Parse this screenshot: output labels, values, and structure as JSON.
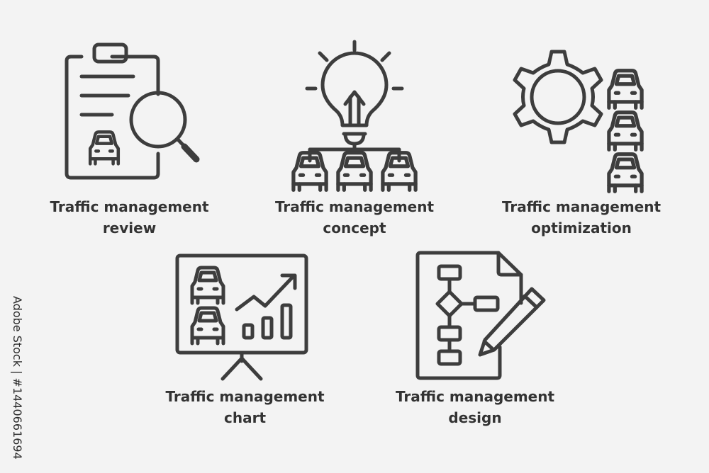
{
  "icons": [
    {
      "name": "review",
      "line1": "Traffic management",
      "line2": "review"
    },
    {
      "name": "concept",
      "line1": "Traffic management",
      "line2": "concept"
    },
    {
      "name": "optimization",
      "line1": "Traffic management",
      "line2": "optimization"
    },
    {
      "name": "chart",
      "line1": "Traffic management",
      "line2": "chart"
    },
    {
      "name": "design",
      "line1": "Traffic management",
      "line2": "design"
    }
  ],
  "watermark_text": "Adobe Stock | #1440661694",
  "colors": {
    "background": "#f3f3f3",
    "stroke": "#3d3d3d",
    "text": "#333333"
  },
  "icon_names": [
    "clipboard-magnifier-icon",
    "lightbulb-cars-icon",
    "gear-cars-icon",
    "presentation-chart-icon",
    "flowchart-pencil-icon"
  ]
}
